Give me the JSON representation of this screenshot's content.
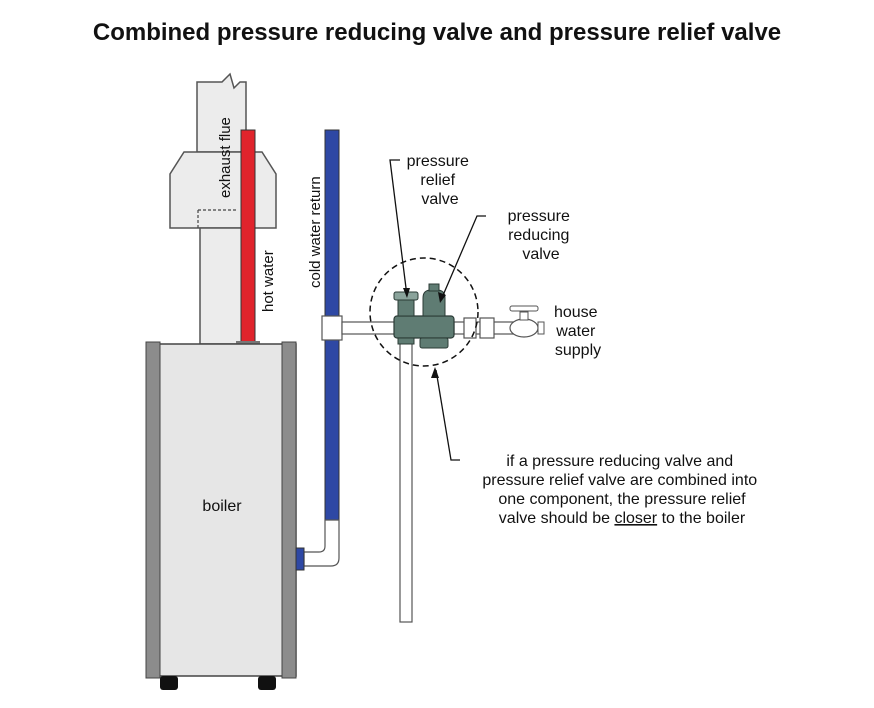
{
  "title": "Combined pressure reducing valve and pressure relief valve",
  "labels": {
    "exhaust_flue": "exhaust flue",
    "hot_water": "hot water",
    "cold_water_return": "cold water return",
    "boiler": "boiler",
    "pressure_relief_valve": [
      "pressure",
      "relief",
      "valve"
    ],
    "pressure_reducing_valve": [
      "pressure",
      "reducing",
      "valve"
    ],
    "house_water_supply": [
      "house",
      "water",
      "supply"
    ]
  },
  "note": {
    "line1": "if a pressure reducing valve and",
    "line2": "pressure relief valve are combined into",
    "line3": "one component, the pressure relief",
    "line4_pre": "valve should be ",
    "line4_emph": "closer",
    "line4_post": " to the boiler"
  },
  "colors": {
    "hot_water_pipe": "#e0242c",
    "cold_water_pipe": "#2e48a4",
    "valve_body": "#5f7c73",
    "boiler_side": "#8c8c8c",
    "boiler_body": "#e6e6e6"
  }
}
